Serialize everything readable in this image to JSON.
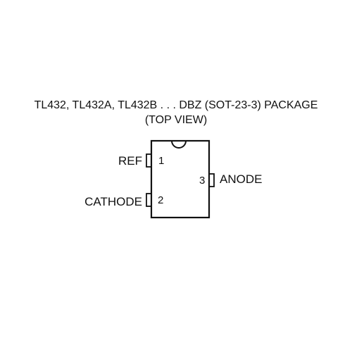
{
  "title": {
    "line1": "TL432, TL432A, TL432B . . . DBZ (SOT-23-3) PACKAGE",
    "line2": "(TOP VIEW)"
  },
  "package": {
    "pins": [
      {
        "number": "1",
        "name": "REF",
        "side": "left"
      },
      {
        "number": "2",
        "name": "CATHODE",
        "side": "left"
      },
      {
        "number": "3",
        "name": "ANODE",
        "side": "right"
      }
    ]
  },
  "colors": {
    "line": "#111111",
    "background": "#ffffff"
  }
}
